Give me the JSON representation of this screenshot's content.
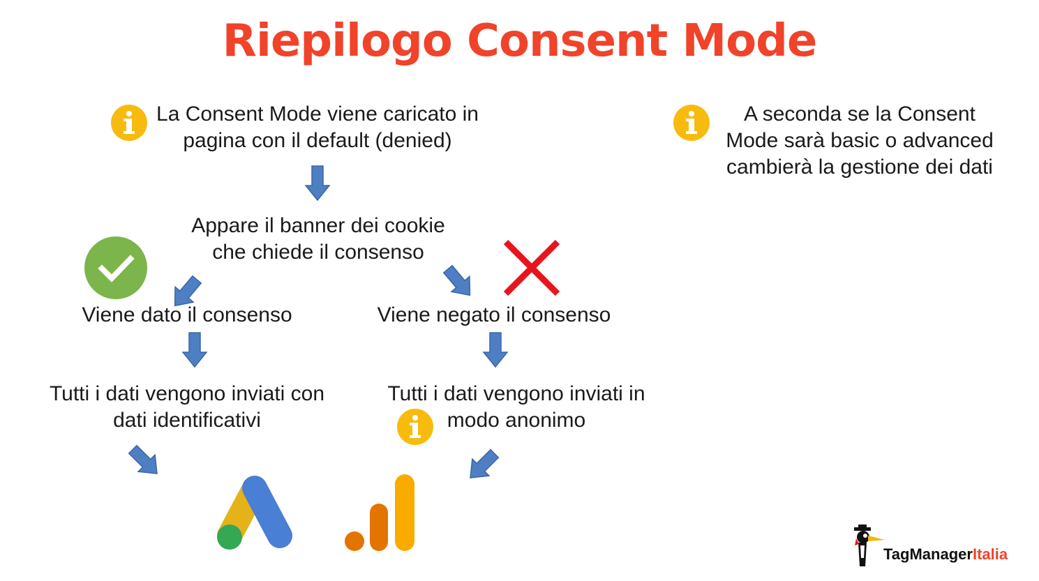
{
  "title": "Riepilogo Consent Mode",
  "step_default": "La Consent Mode viene caricato in pagina con il default (denied)",
  "step_banner": "Appare il banner dei cookie che chiede il consenso",
  "branch_granted": "Viene dato il consenso",
  "branch_denied": "Viene negato il consenso",
  "result_granted": "Tutti i dati vengono inviati con dati identificativi",
  "result_denied": "Tutti i dati vengono inviati in modo anonimo",
  "side_note": "A seconda se la Consent Mode sarà basic o advanced cambierà la gestione dei dati",
  "logo": {
    "brand_part1": "TagManager",
    "brand_part2": "Italia"
  },
  "colors": {
    "title": "#f0432a",
    "arrow": "#4f7fc3",
    "info": "#f7bb0f",
    "check": "#7bb54b",
    "cross": "#e8141c",
    "ads_blue": "#4a7fd6",
    "ads_yellow": "#e5b21a",
    "ads_green": "#34a852",
    "analytics_orange": "#e37400",
    "analytics_yellow": "#f9ab00"
  },
  "icons": [
    "info-icon",
    "check-icon",
    "cross-icon",
    "arrow-down-icon",
    "google-ads-logo",
    "google-analytics-logo"
  ]
}
